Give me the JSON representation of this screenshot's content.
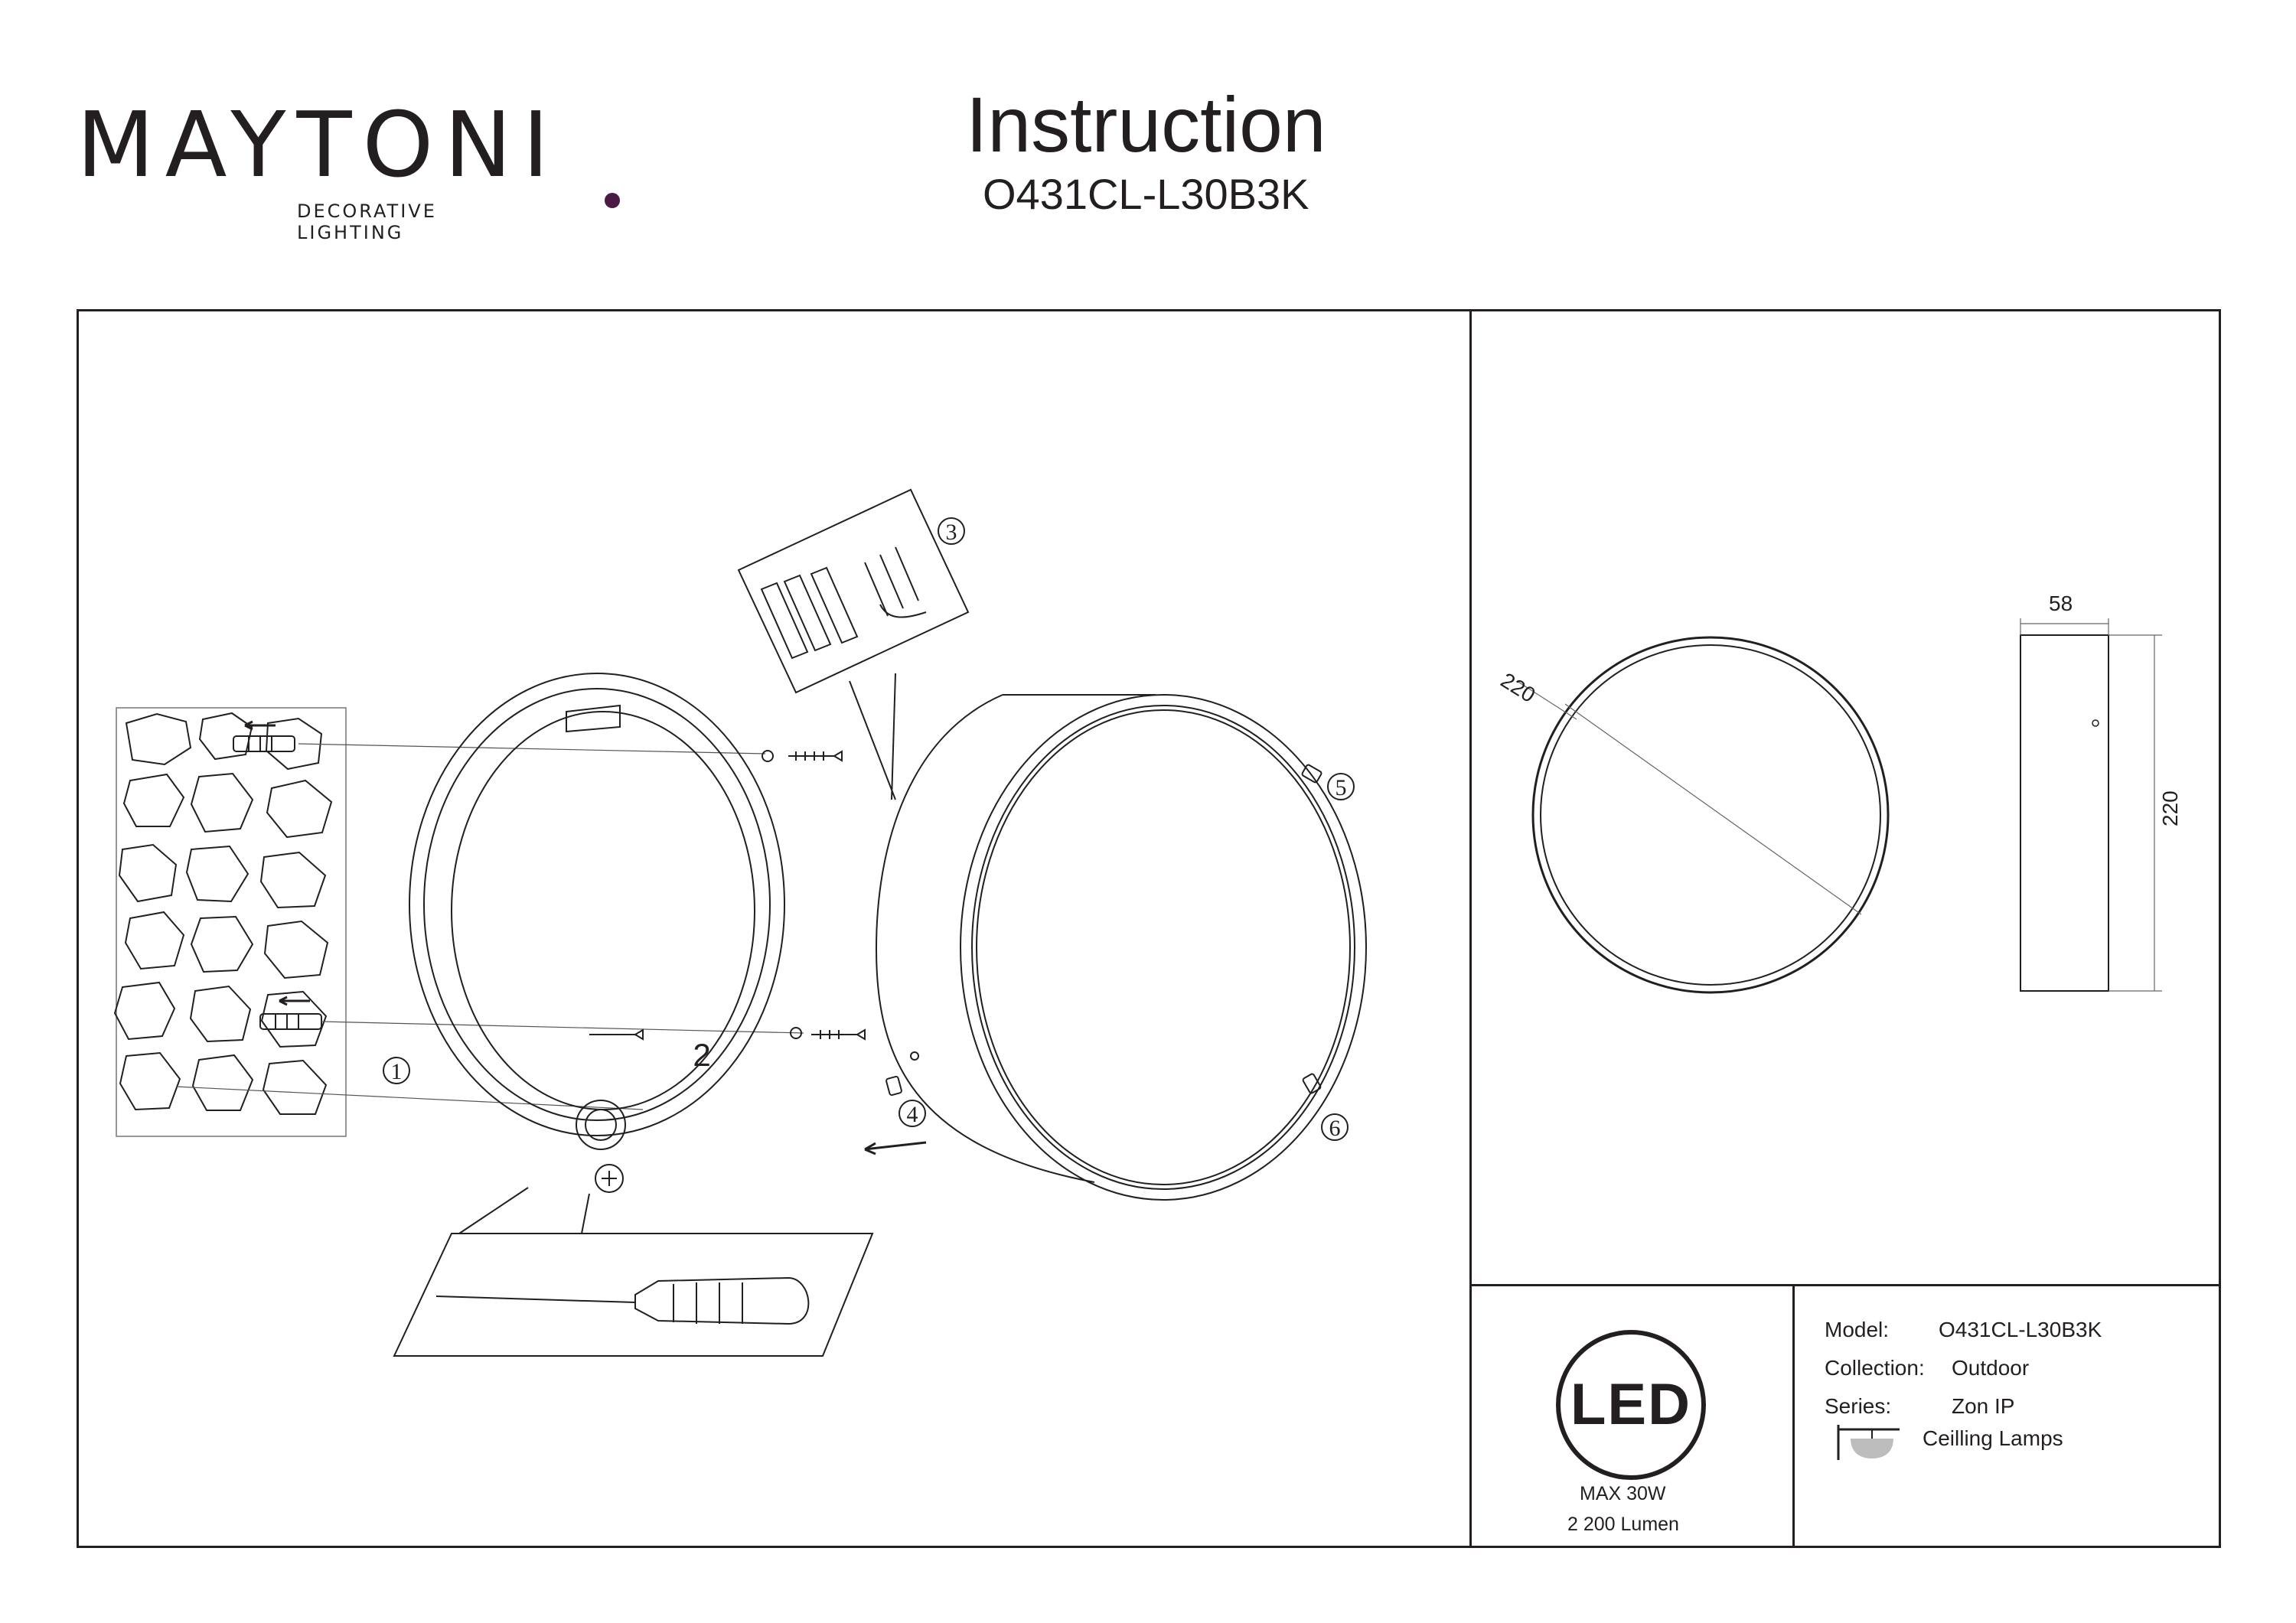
{
  "header": {
    "brand": "MAYTONI",
    "tagline": "DECORATIVE LIGHTING",
    "title": "Instruction",
    "model_code": "O431CL-L30B3K"
  },
  "assembly": {
    "steps": [
      "1",
      "2",
      "3",
      "4",
      "5",
      "6"
    ]
  },
  "dimensions": {
    "diameter": "220",
    "depth": "58",
    "height": "220"
  },
  "led_badge": {
    "label": "LED",
    "power": "MAX 30W",
    "lumen": "2 200 Lumen"
  },
  "specs": {
    "model_label": "Model:",
    "model_value": "O431CL-L30B3K",
    "collection_label": "Collection:",
    "collection_value": "Outdoor",
    "series_label": "Series:",
    "series_value": "Zon IP",
    "type_value": "Ceilling Lamps",
    "type_icon": "ceiling-lamp-icon"
  },
  "colors": {
    "ink": "#231f20",
    "brand_accent": "#4a1a45"
  }
}
